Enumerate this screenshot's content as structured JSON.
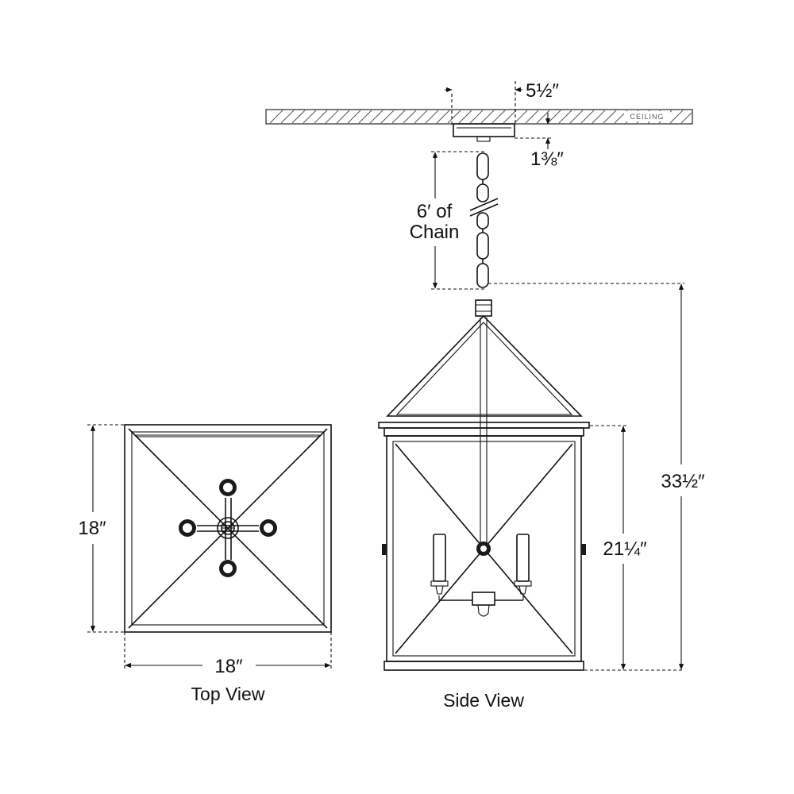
{
  "labels": {
    "canopy_width": "5½″",
    "canopy_height": "1⅜″",
    "chain": "6′ of Chain",
    "chain_line1": "6′ of",
    "chain_line2": "Chain",
    "ceiling": "CEILING",
    "overall_height": "33½″",
    "body_height": "21¼″",
    "top_depth": "18″",
    "top_width": "18″",
    "top_view": "Top View",
    "side_view": "Side View"
  },
  "colors": {
    "line": "#111111",
    "hatch": "#555555",
    "background": "#ffffff"
  }
}
